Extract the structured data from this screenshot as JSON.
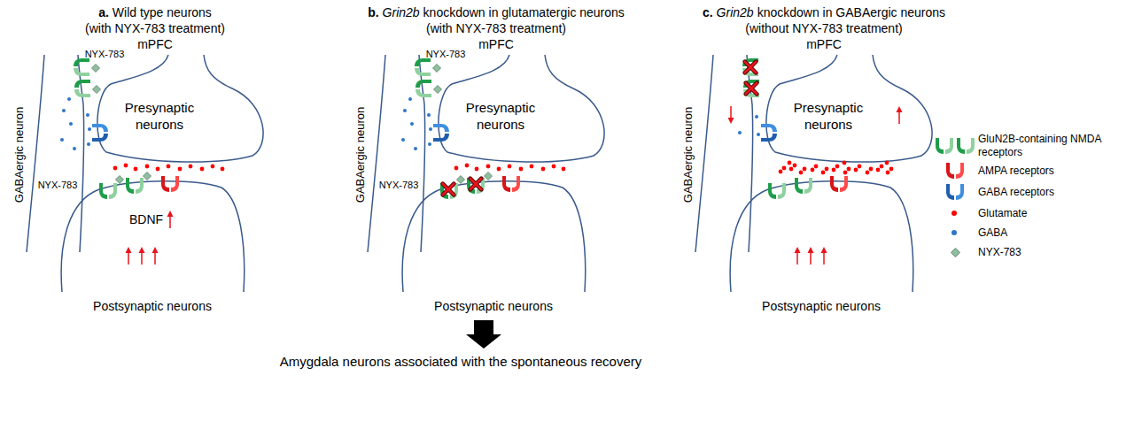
{
  "diagram": {
    "nodes": [
      {
        "text": [
          "GABAergic neuron"
        ]
      },
      {
        "text": [
          "Presynaptic neurons"
        ]
      },
      {
        "text": [
          "Postsynaptic neurons"
        ]
      },
      {
        "text": [
          "GABAergic neuron"
        ]
      },
      {
        "text": [
          "Presynaptic neurons"
        ]
      },
      {
        "text": [
          "Postsynaptic neurons"
        ]
      },
      {
        "text": [
          "GABAergic neuron"
        ]
      },
      {
        "text": [
          "Presynaptic neurons"
        ]
      },
      {
        "text": [
          "Postsynaptic neurons"
        ]
      }
    ],
    "labels": [
      "a.",
      "Wild type neurons",
      "(with NYX-783 treatment)",
      "mPFC",
      "NYX-783",
      "NYX-783",
      "BDNF",
      "b.",
      "Grin2b",
      "knockdown in glutamatergic neurons",
      "(with NYX-783 treatment)",
      "mPFC",
      "NYX-783",
      "NYX-783",
      "c.",
      "Grin2b",
      "knockdown in GABAergic neurons",
      "(without NYX-783 treatment)",
      "mPFC",
      "Amygdala neurons associated with the spontaneous recovery"
    ],
    "legend": [
      {
        "text": "GluN2B-containing NMDA receptors"
      },
      {
        "text": "AMPA receptors"
      },
      {
        "text": "GABA receptors"
      },
      {
        "text": "Glutamate",
        "color": "#ff0000"
      },
      {
        "text": "GABA",
        "color": "#2e75c8"
      },
      {
        "text": "NYX-783"
      }
    ]
  }
}
